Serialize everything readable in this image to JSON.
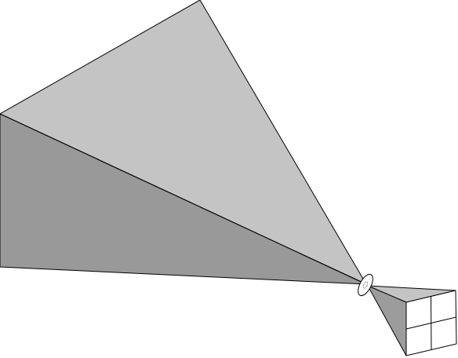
{
  "diagram": {
    "kind": "pinhole-camera-projection",
    "colors": {
      "background": "#ffffff",
      "cone_top_face": "#c4c4c4",
      "cone_side_face": "#999999",
      "image_top_face": "#c4c4c4",
      "image_side_face": "#9c9c9c",
      "image_plane": "#ffffff",
      "lens": "#ffffff",
      "stroke": "#000000"
    },
    "parts": [
      {
        "id": "object-cone",
        "label": ""
      },
      {
        "id": "pinhole-lens",
        "label": ""
      },
      {
        "id": "image-frustum",
        "label": ""
      },
      {
        "id": "image-plane-grid",
        "label": ""
      }
    ]
  }
}
